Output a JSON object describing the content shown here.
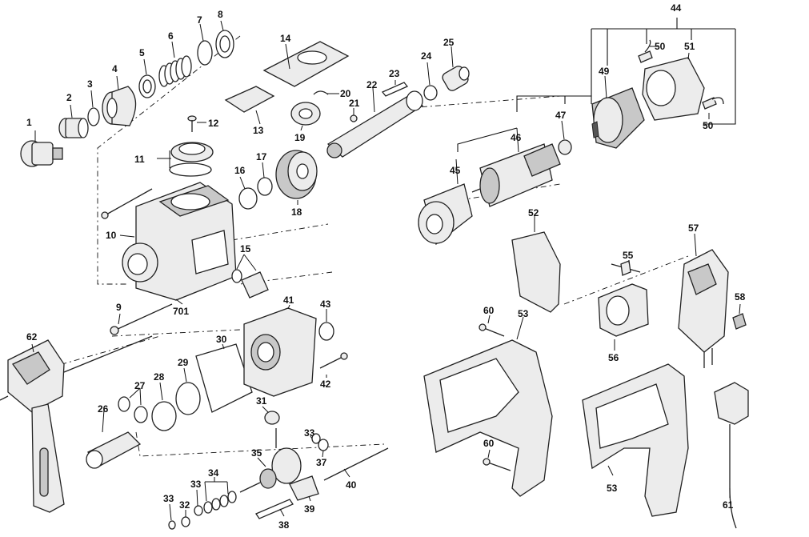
{
  "diagram": {
    "labels": {
      "l1": "1",
      "l2": "2",
      "l3": "3",
      "l4": "4",
      "l5": "5",
      "l6": "6",
      "l7": "7",
      "l8": "8",
      "l9": "9",
      "l10": "10",
      "l11": "11",
      "l12": "12",
      "l13": "13",
      "l14": "14",
      "l15": "15",
      "l16": "16",
      "l17": "17",
      "l18": "18",
      "l19": "19",
      "l20": "20",
      "l21": "21",
      "l22": "22",
      "l23": "23",
      "l24": "24",
      "l25": "25",
      "l26": "26",
      "l27": "27",
      "l28": "28",
      "l29": "29",
      "l30": "30",
      "l31": "31",
      "l32": "32",
      "l33a": "33",
      "l33b": "33",
      "l33c": "33",
      "l34": "34",
      "l35": "35",
      "l37": "37",
      "l38": "38",
      "l39": "39",
      "l40": "40",
      "l41": "41",
      "l42": "42",
      "l43": "43",
      "l44": "44",
      "l45": "45",
      "l46": "46",
      "l47": "47",
      "l49": "49",
      "l50a": "50",
      "l50b": "50",
      "l51": "51",
      "l52": "52",
      "l53a": "53",
      "l53b": "53",
      "l55": "55",
      "l56": "56",
      "l57": "57",
      "l58": "58",
      "l60a": "60",
      "l60b": "60",
      "l61": "61",
      "l62": "62",
      "l701": "701"
    }
  }
}
